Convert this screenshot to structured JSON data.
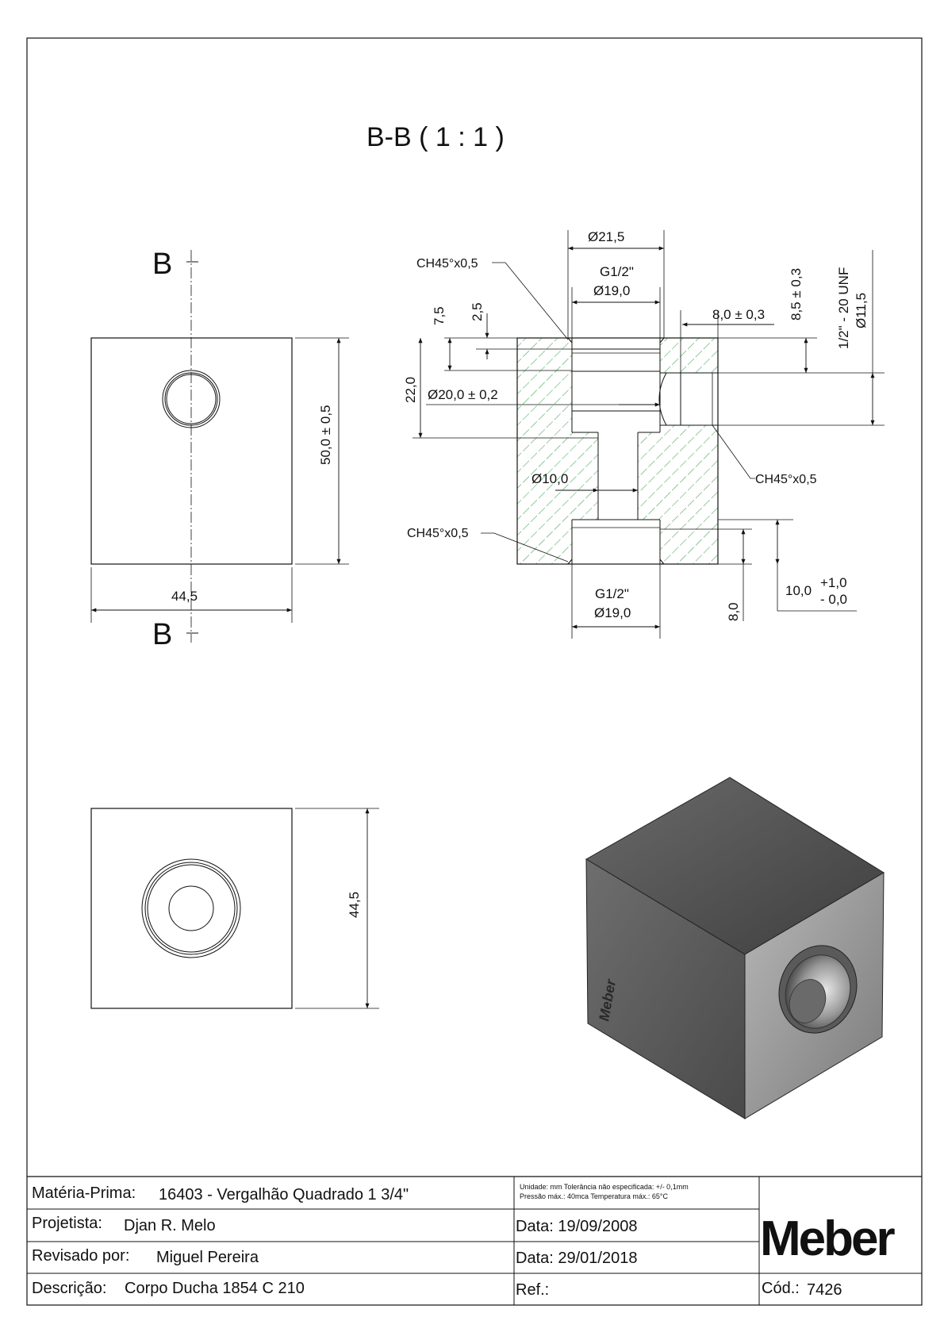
{
  "view_title": "B-B  ( 1 : 1 )",
  "section_letter": "B",
  "dims": {
    "d_21_5": "Ø21,5",
    "ch_top": "CH45°x0,5",
    "g_top": "G1/2\"",
    "d19_top": "Ø19,0",
    "dim_7_5": "7,5",
    "dim_2_5": "2,5",
    "dim_8_0_pm": "8,0 ± 0,3",
    "dim_8_5_pm": "8,5 ± 0,3",
    "unf": "1/2\" - 20 UNF",
    "d_11_5": "Ø11,5",
    "dim_22_0": "22,0",
    "d_20": "Ø20,0 ± 0,2",
    "d_10": "Ø10,0",
    "ch_right": "CH45°x0,5",
    "ch_bottom": "CH45°x0,5",
    "g_bottom": "G1/2\"",
    "d19_bottom": "Ø19,0",
    "dim_8_0": "8,0",
    "dim_10_0": "10,0",
    "tol_plus": "+1,0",
    "tol_minus": "- 0,0",
    "height_50": "50,0 ± 0,5",
    "width_44_5": "44,5",
    "side_44_5": "44,5"
  },
  "part_mark": "Meber",
  "title_block": {
    "materia_label": "Matéria-Prima:",
    "materia_value": "16403 - Vergalhão Quadrado 1 3/4\"",
    "projetista_label": "Projetista:",
    "projetista_value": "Djan R. Melo",
    "revisado_label": "Revisado por:",
    "revisado_value": "Miguel Pereira",
    "descricao_label": "Descrição:",
    "descricao_value": "Corpo Ducha 1854 C 210",
    "note_line1": "Unidade: mm Tolerância não especificada: +/- 0,1mm",
    "note_line2": "Pressão máx.: 40mca      Temperatura máx.: 65°C",
    "data1": "Data: 19/09/2008",
    "data2": "Data: 29/01/2018",
    "ref": "Ref.:",
    "logo": "Meber",
    "cod_label": "Cód.:",
    "cod_value": "7426"
  }
}
